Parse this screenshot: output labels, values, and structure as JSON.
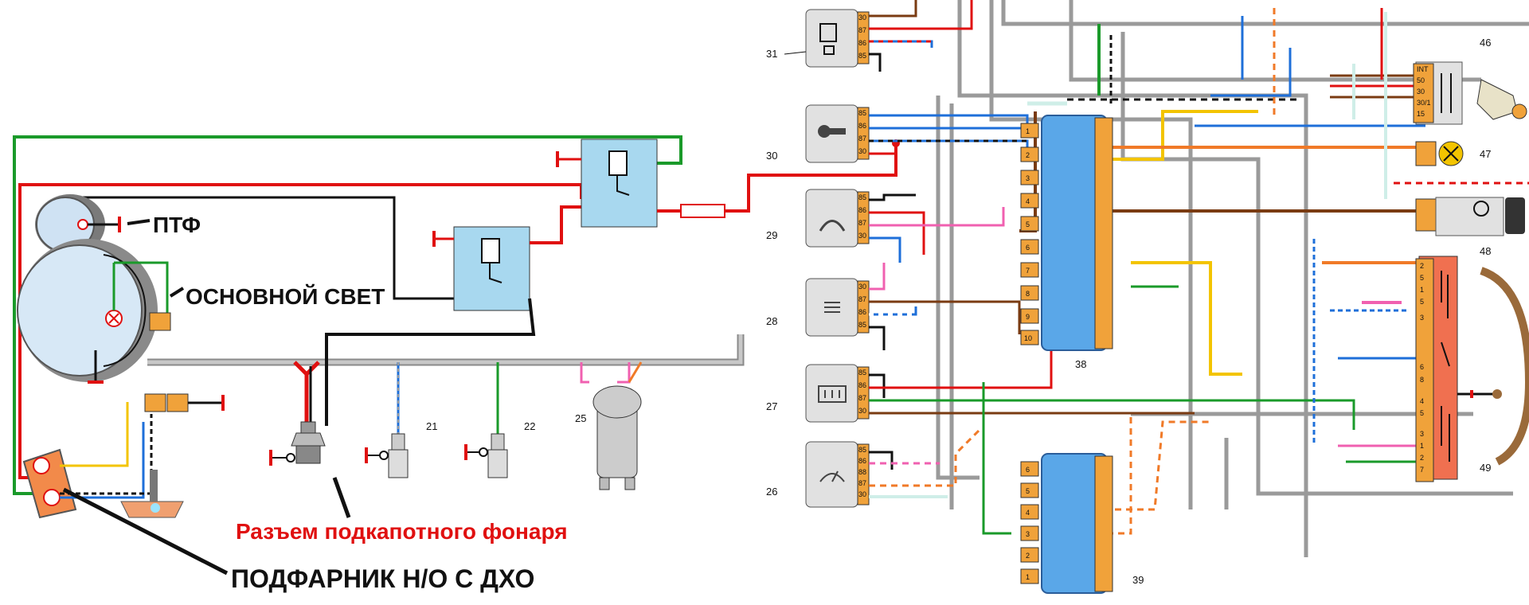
{
  "annotations": {
    "fog_light": "ПТФ",
    "main_light": "ОСНОВНОЙ СВЕТ",
    "hood_lamp_connector": "Разъем подкапотного фонаря",
    "side_light": "ПОДФАРНИК Н/О С ДХО"
  },
  "components": {
    "c21": "21",
    "c22": "22",
    "c25": "25",
    "c26": "26",
    "c27": "27",
    "c28": "28",
    "c29": "29",
    "c30": "30",
    "c31": "31",
    "c38": "38",
    "c39": "39",
    "c46": "46",
    "c47": "47",
    "c48": "48",
    "c49": "49"
  },
  "relay_pins": {
    "r31": [
      "30",
      "87",
      "86",
      "85"
    ],
    "r30": [
      "85",
      "86",
      "87",
      "30"
    ],
    "r29": [
      "85",
      "86",
      "87",
      "30"
    ],
    "r28": [
      "30",
      "87",
      "86",
      "85"
    ],
    "r27": [
      "85",
      "86",
      "87",
      "30"
    ],
    "r26": [
      "85",
      "86",
      "88",
      "87",
      "30"
    ]
  },
  "fuse_block_38": [
    "1",
    "2",
    "3",
    "4",
    "5",
    "6",
    "7",
    "8",
    "9",
    "10"
  ],
  "fuse_block_39": [
    "6",
    "5",
    "4",
    "3",
    "2",
    "1"
  ],
  "switch_46_pins": [
    "INT",
    "50",
    "30",
    "30/1",
    "15"
  ],
  "switch_49_pins": [
    "2",
    "5",
    "1",
    "5",
    "3",
    "6",
    "8",
    "4",
    "5",
    "3",
    "1",
    "2",
    "7"
  ],
  "colors": {
    "wire_red": "#e01010",
    "wire_green": "#1a9a2a",
    "wire_black": "#111111",
    "wire_blue": "#1e6fd9",
    "wire_brown": "#7a3b12",
    "wire_yellow": "#f3c400",
    "wire_orange": "#f07a28",
    "wire_pink": "#f060b0",
    "wire_gray": "#9a9a9a",
    "wire_white": "#cfeee8",
    "relay_blue": "#a8d8ef",
    "fuse_orange": "#f0a23a",
    "fuse_blue": "#5aa7e8",
    "block_red": "#f07050"
  }
}
